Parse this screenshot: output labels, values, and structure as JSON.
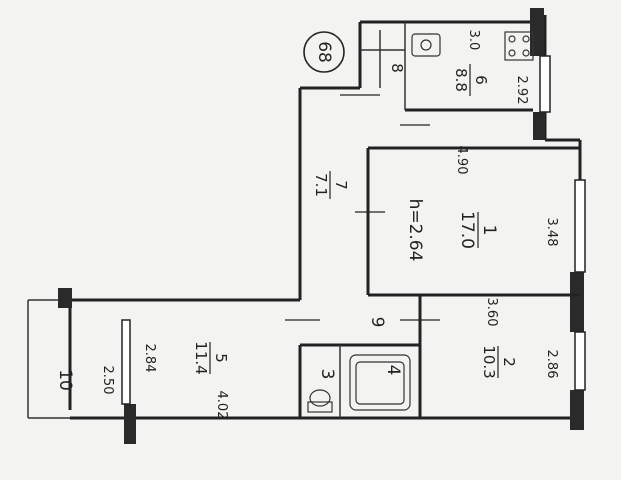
{
  "plan": {
    "badge": "68",
    "height_note": "h=2.64",
    "rooms": [
      {
        "id": "room-1",
        "number": "1",
        "area": "17.0"
      },
      {
        "id": "room-2",
        "number": "2",
        "area": "10.3"
      },
      {
        "id": "room-5",
        "number": "5",
        "area": "11.4"
      },
      {
        "id": "room-6",
        "number": "6",
        "area": "8.8"
      },
      {
        "id": "room-7",
        "number": "7",
        "area": "7.1"
      }
    ],
    "labels": {
      "corridor": "9",
      "wc": "3",
      "bath": "4",
      "storage": "8",
      "balcony": "10",
      "kitchen_top": "3.0"
    },
    "dimensions": {
      "d_292": "2.92",
      "d_490": "4.90",
      "d_348": "3.48",
      "d_360": "3.60",
      "d_286": "2.86",
      "d_402": "4.02",
      "d_284": "2.84",
      "d_250": "2.50"
    }
  }
}
